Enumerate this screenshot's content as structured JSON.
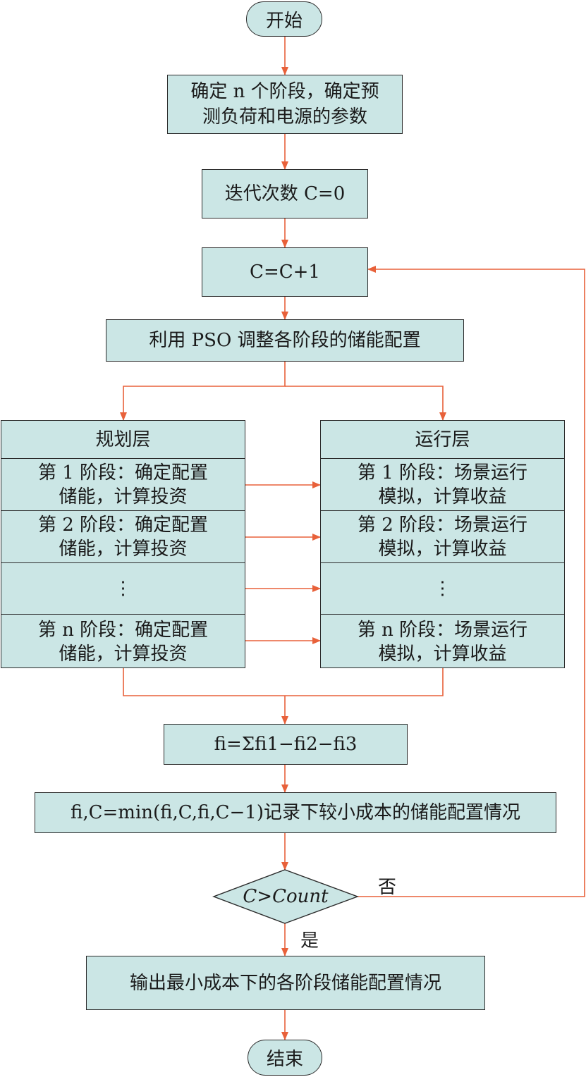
{
  "start": "开始",
  "step1": [
    "确定 n 个阶段，确定预",
    "测负荷和电源的参数"
  ],
  "step2": "迭代次数 C=0",
  "step3": "C=C+1",
  "step4": "利用 PSO 调整各阶段的储能配置",
  "planning": {
    "header": "规划层",
    "stages": [
      [
        "第 1 阶段：确定配置",
        "储能，计算投资"
      ],
      [
        "第 2 阶段：确定配置",
        "储能，计算投资"
      ],
      [
        "⋮"
      ],
      [
        "第 n 阶段：确定配置",
        "储能，计算投资"
      ]
    ]
  },
  "operation": {
    "header": "运行层",
    "stages": [
      [
        "第 1 阶段：场景运行",
        "模拟，计算收益"
      ],
      [
        "第 2 阶段：场景运行",
        "模拟，计算收益"
      ],
      [
        "⋮"
      ],
      [
        "第 n 阶段：场景运行",
        "模拟，计算收益"
      ]
    ]
  },
  "formula1": "fi=Σfi1−fi2−fi3",
  "formula2": "fi,C=min(fi,C,fi,C−1)记录下较小成本的储能配置情况",
  "decision": "C>Count",
  "no_label": "否",
  "yes_label": "是",
  "output": "输出最小成本下的各阶段储能配置情况",
  "end": "结束",
  "colors": {
    "fill": "#cbe6e5",
    "arrow": "#e8613a",
    "border": "#2b2b2b"
  }
}
